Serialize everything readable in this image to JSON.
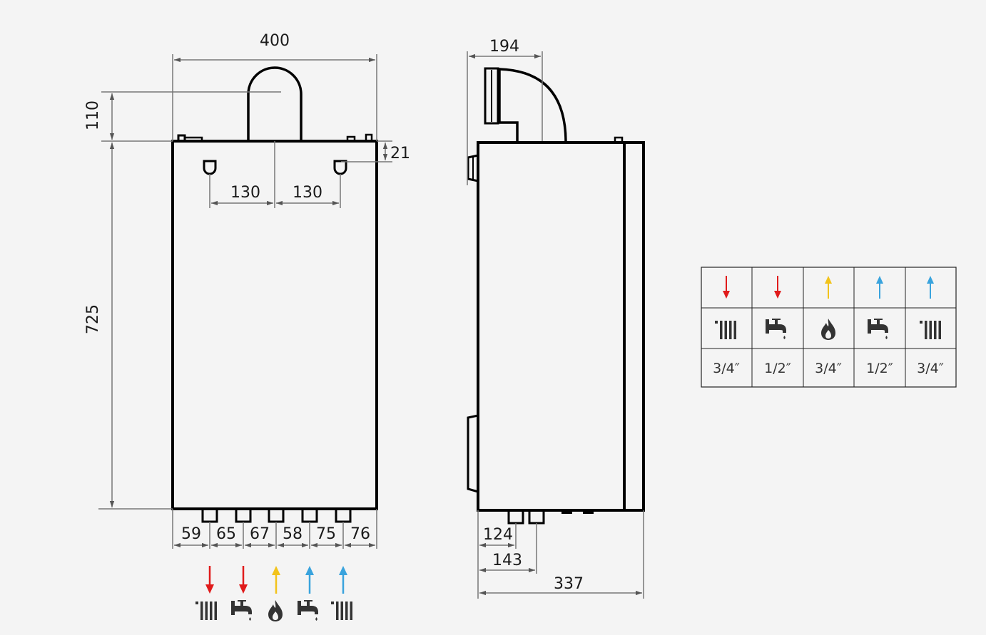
{
  "colors": {
    "background": "#f4f4f4",
    "line": "#000000",
    "dimension": "#666666",
    "flow_red": "#e01b1b",
    "flow_yellow": "#f2c31b",
    "flow_blue": "#39a3dd",
    "icon": "#333333"
  },
  "front_view": {
    "width": "400",
    "top_height": "110",
    "height": "725",
    "top_offset": "21",
    "hook_spacing_left": "130",
    "hook_spacing_right": "130",
    "bottom_spacings": [
      "59",
      "65",
      "67",
      "58",
      "75",
      "76"
    ]
  },
  "side_view": {
    "flue_offset": "194",
    "connection_1": "124",
    "connection_2": "143",
    "depth": "337"
  },
  "connections": [
    {
      "direction": "down",
      "color": "red",
      "icon": "radiator-icon",
      "size": "3/4″"
    },
    {
      "direction": "down",
      "color": "red",
      "icon": "tap-icon",
      "size": "1/2″"
    },
    {
      "direction": "up",
      "color": "yellow",
      "icon": "flame-icon",
      "size": "3/4″"
    },
    {
      "direction": "up",
      "color": "blue",
      "icon": "tap-icon",
      "size": "1/2″"
    },
    {
      "direction": "up",
      "color": "blue",
      "icon": "radiator-icon",
      "size": "3/4″"
    }
  ]
}
